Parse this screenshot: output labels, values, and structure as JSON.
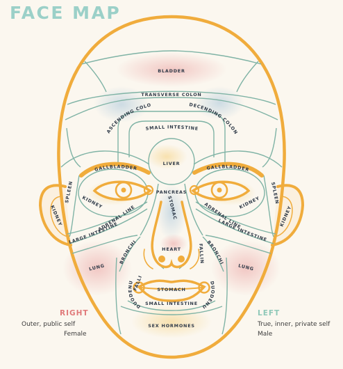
{
  "title": "FACE MAP",
  "colors": {
    "outline": "#f0ac3c",
    "zone_line": "#7fb3a5",
    "label": "#2f3a48",
    "right_accent": "#e07a7a",
    "left_accent": "#8fc8b8",
    "background": "#fbf7ef"
  },
  "zones": {
    "bladder": "BLADDER",
    "transverse_colon": "TRANSVERSE COLON",
    "ascending_colon": "ASCENDING COLON",
    "decending_colon": "DECENDING COLON",
    "small_intestine_forehead": "SMALL INTESTINE",
    "liver": "LIVER",
    "gallbladder_right": "GALLBLADDER",
    "gallbladder_left": "GALLBLADDER",
    "spleen_right": "SPLEEN",
    "spleen_left": "SPLEEN",
    "kidney_ear_right": "KIDNEY",
    "kidney_ear_left": "KIDNEY",
    "kidney_eye_right": "KIDNEY",
    "kidney_eye_left": "KIDNEY",
    "pancreas": "PANCREAS",
    "stomach_nose": "STOMACH",
    "adrenal_line_right": "ADRENAL LINE",
    "adrenal_line_left": "ADRENAL LINE",
    "large_intestine_right": "LARGE INTESTINE",
    "large_intestine_left": "LARGE INTESTINE",
    "heart": "HEART",
    "bronchi_right": "BRONCHI",
    "bronchi_left": "BRONCHI",
    "falling_line_right": "FALLING LINE",
    "falling_line_left": "FALLING LINE",
    "lung_right": "LUNG",
    "lung_left": "LUNG",
    "stomach_mouth": "STOMACH",
    "small_intestine_mouth": "SMALL INTESTINE",
    "duodenum_right": "DUODENUM",
    "duodenum_left": "DUODENUM",
    "sex_hormones": "SEX HORMONES"
  },
  "right_side": {
    "title": "RIGHT",
    "line1": "Outer, public self",
    "line2": "Female"
  },
  "left_side": {
    "title": "LEFT",
    "line1": "True, inner, private self",
    "line2": "Male"
  }
}
